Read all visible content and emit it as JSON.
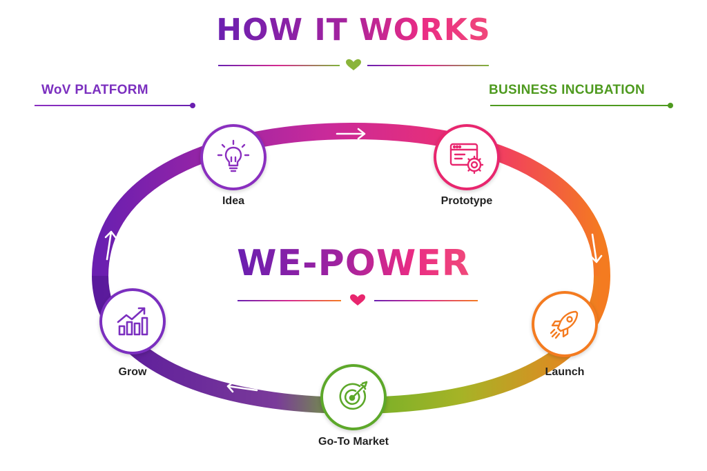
{
  "header": {
    "title": "HOW IT WORKS"
  },
  "left_label": {
    "text": "WoV PLATFORM",
    "color": "#7b2fbf"
  },
  "right_label": {
    "text": "BUSINESS INCUBATION",
    "color": "#4e9a1f"
  },
  "center": {
    "title": "WE-POWER"
  },
  "cycle": {
    "steps": [
      {
        "label": "Idea",
        "icon": "lightbulb-icon",
        "color": "#8a2fbf"
      },
      {
        "label": "Prototype",
        "icon": "browser-gear-icon",
        "color": "#e8266e"
      },
      {
        "label": "Launch",
        "icon": "rocket-icon",
        "color": "#f47b20"
      },
      {
        "label": "Go-To Market",
        "icon": "target-icon",
        "color": "#5da82a"
      },
      {
        "label": "Grow",
        "icon": "growth-chart-icon",
        "color": "#7b2fbf"
      }
    ]
  },
  "colors": {
    "purple": "#6a1fb0",
    "magenta": "#d62a8f",
    "pink": "#f0306f",
    "orange": "#f47b20",
    "green": "#5da82a",
    "heart_green": "#8ab43a",
    "heart_pink": "#e8266e"
  }
}
